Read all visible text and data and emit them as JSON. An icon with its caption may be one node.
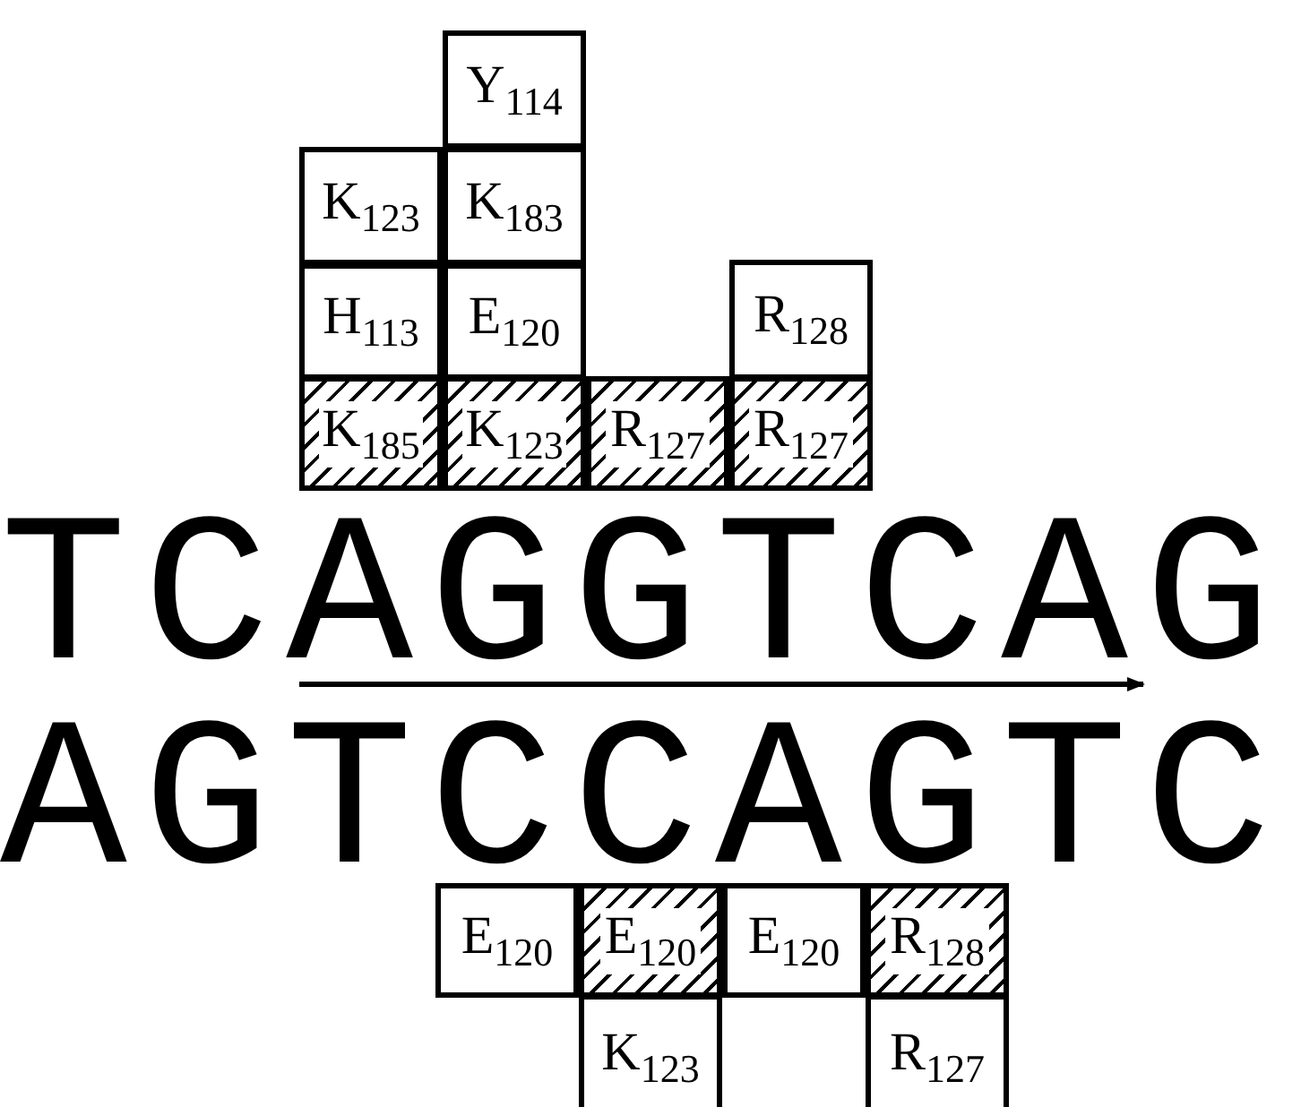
{
  "diagram": {
    "nodes": [
      {
        "text": [
          "Y$_{114}$"
        ]
      },
      {
        "text": [
          "K$_{123}$"
        ]
      },
      {
        "text": [
          "K$_{183}$"
        ]
      },
      {
        "text": [
          "H$_{113}$"
        ]
      },
      {
        "text": [
          "E$_{120}$"
        ]
      },
      {
        "text": [
          "R$_{128}$"
        ]
      },
      {
        "text": [
          "K$_{185}$"
        ]
      },
      {
        "text": [
          "K$_{123}$"
        ]
      },
      {
        "text": [
          "R$_{127}$"
        ]
      },
      {
        "text": [
          "R$_{127}$"
        ]
      },
      {
        "text": [
          "E$_{120}$"
        ]
      },
      {
        "text": [
          "E$_{120}$"
        ]
      },
      {
        "text": [
          "E$_{120}$"
        ]
      },
      {
        "text": [
          "R$_{128}$"
        ]
      },
      {
        "text": [
          "K$_{123}$"
        ]
      },
      {
        "text": [
          "R$_{127}$"
        ]
      }
    ],
    "edges": [],
    "labels": [
      "TCAGGTCAG",
      "AGTCCAGTC"
    ]
  }
}
